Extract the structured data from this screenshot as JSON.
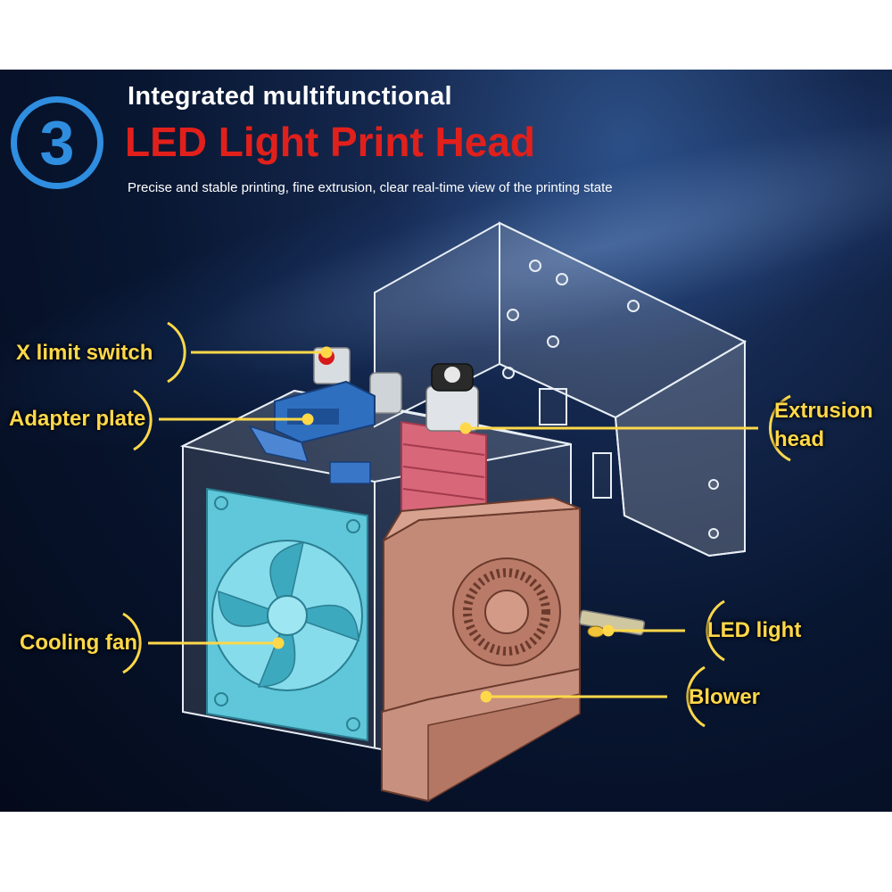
{
  "header": {
    "badge_number": "3",
    "title_line1": "Integrated multifunctional",
    "title_line2": "LED Light Print Head",
    "subtitle": "Precise and stable printing, fine extrusion, clear real-time view of the printing state"
  },
  "callouts": {
    "x_limit_switch": "X limit switch",
    "adapter_plate": "Adapter plate",
    "extrusion_head_line1": "Extrusion",
    "extrusion_head_line2": "head",
    "cooling_fan": "Cooling fan",
    "led_light": "LED light",
    "blower": "Blower"
  },
  "colors": {
    "badge_blue": "#2f8ee0",
    "title_red": "#e1201c",
    "callout_gold": "#ffd84a",
    "fan_cyan": "#4fc3d8",
    "blower_copper": "#c48a78"
  }
}
